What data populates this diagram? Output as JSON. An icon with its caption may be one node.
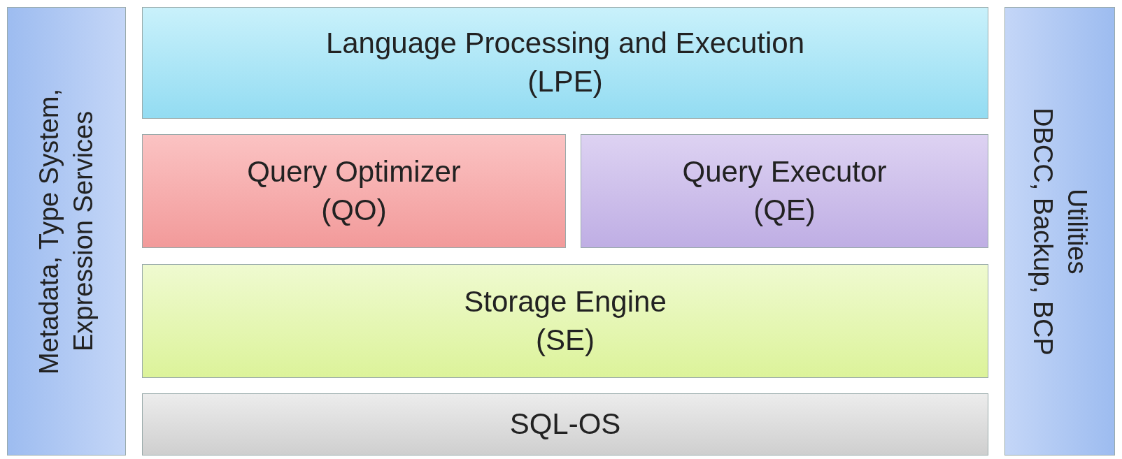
{
  "diagram": {
    "nodes": [
      {
        "text": [
          "Metadata, Type System, Expression Services"
        ]
      },
      {
        "text": [
          "Language Processing and Execution (LPE)"
        ]
      },
      {
        "text": [
          "Query Optimizer (QO)"
        ]
      },
      {
        "text": [
          "Query Executor (QE)"
        ]
      },
      {
        "text": [
          "Storage Engine (SE)"
        ]
      },
      {
        "text": [
          "SQL-OS"
        ]
      },
      {
        "text": [
          "Utilities",
          "DBCC, Backup, BCP"
        ]
      }
    ]
  }
}
